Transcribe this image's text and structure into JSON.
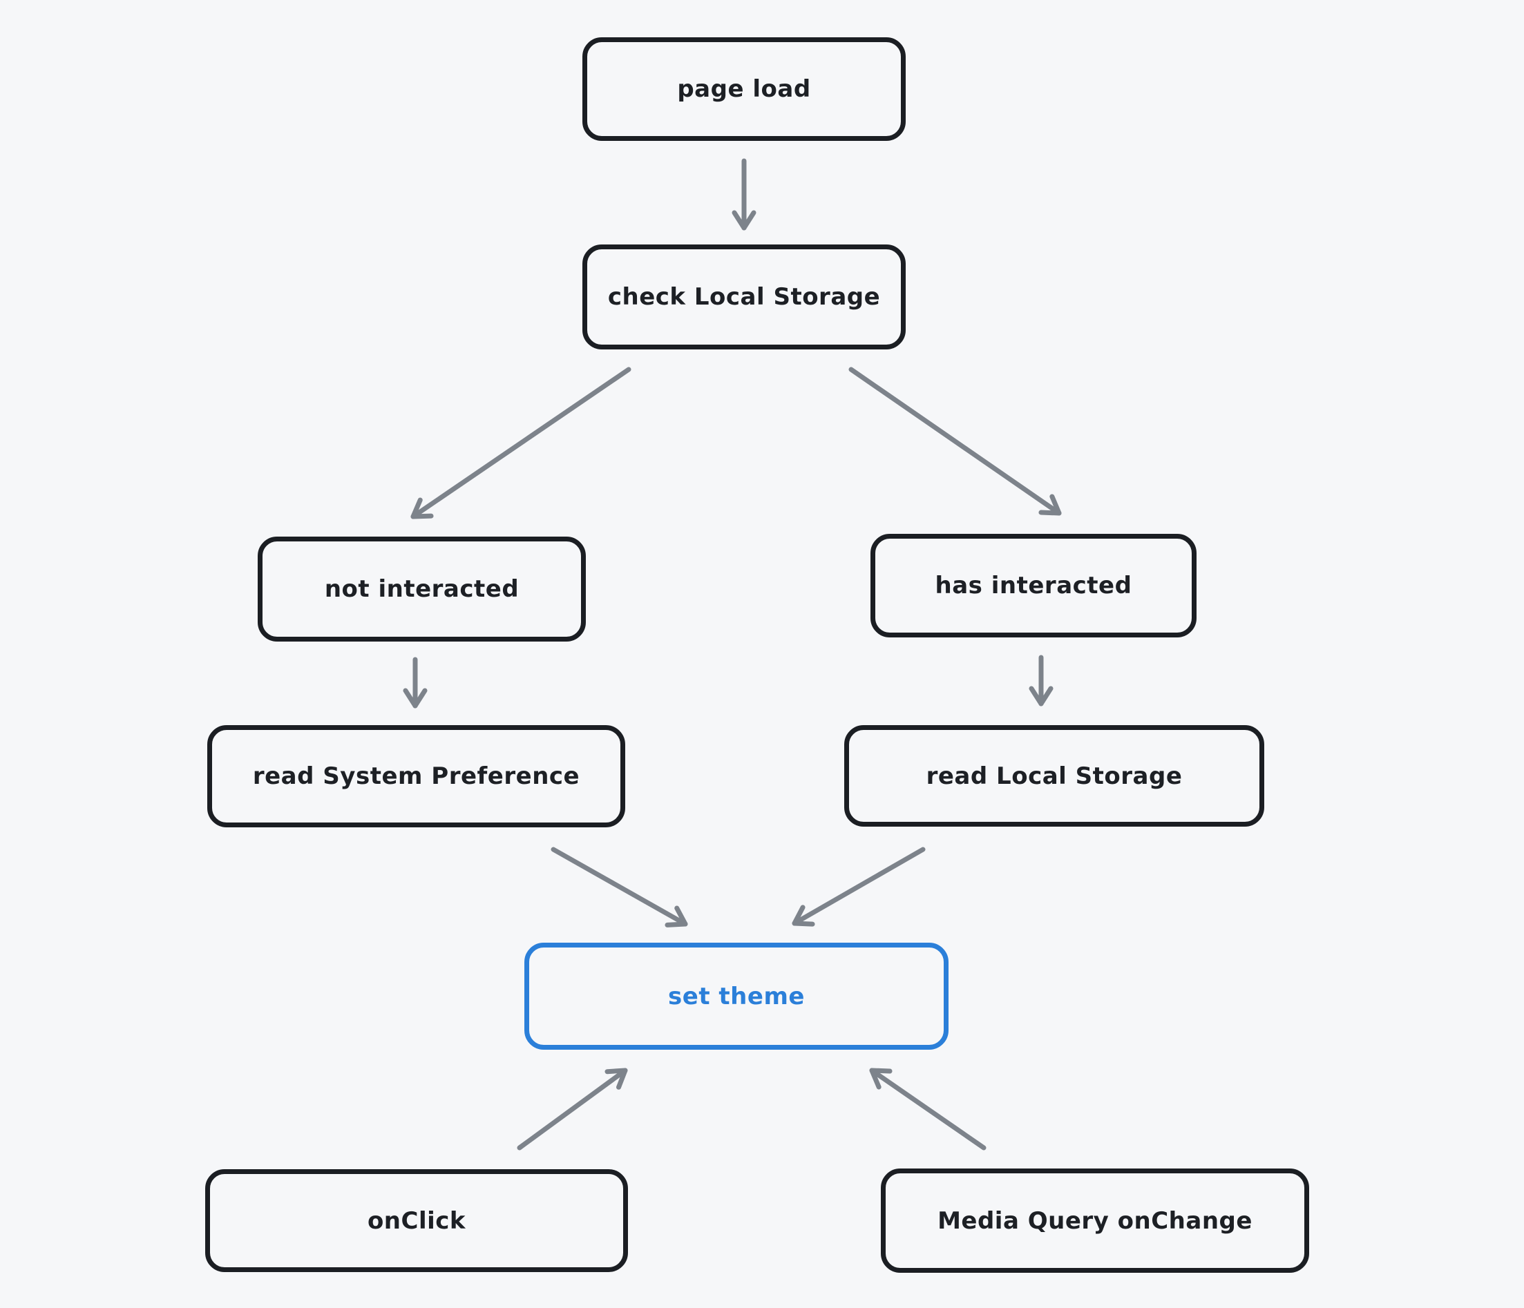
{
  "canvas": {
    "background_color": "#f6f7f9",
    "node_border_color": "#1b1e23",
    "arrow_color": "#7d838b",
    "accent_color": "#2b7fd9"
  },
  "nodes": {
    "page_load": {
      "label": "page load"
    },
    "check_local_storage": {
      "label": "check Local Storage"
    },
    "not_interacted": {
      "label": "not interacted"
    },
    "has_interacted": {
      "label": "has interacted"
    },
    "read_system_preference": {
      "label": "read System Preference"
    },
    "read_local_storage": {
      "label": "read Local Storage"
    },
    "set_theme": {
      "label": "set theme",
      "accent_color": "#2b7fd9"
    },
    "on_click": {
      "label": "onClick"
    },
    "media_query_onchange": {
      "label": "Media Query onChange"
    }
  },
  "edges": [
    {
      "from": "page_load",
      "to": "check_local_storage"
    },
    {
      "from": "check_local_storage",
      "to": "not_interacted"
    },
    {
      "from": "check_local_storage",
      "to": "has_interacted"
    },
    {
      "from": "not_interacted",
      "to": "read_system_preference"
    },
    {
      "from": "has_interacted",
      "to": "read_local_storage"
    },
    {
      "from": "read_system_preference",
      "to": "set_theme"
    },
    {
      "from": "read_local_storage",
      "to": "set_theme"
    },
    {
      "from": "on_click",
      "to": "set_theme"
    },
    {
      "from": "media_query_onchange",
      "to": "set_theme"
    }
  ]
}
